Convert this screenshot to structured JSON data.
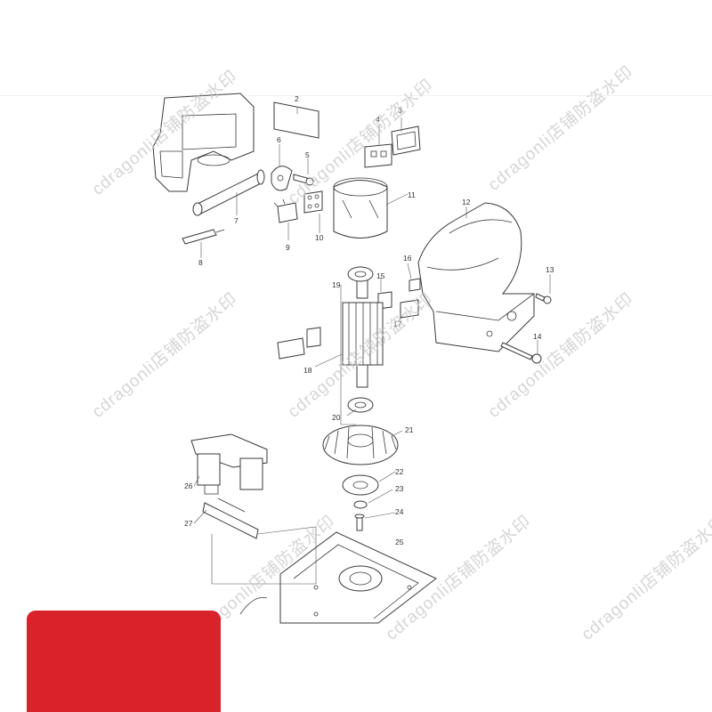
{
  "part_labels": [
    "2",
    "3",
    "4",
    "5",
    "6",
    "7",
    "8",
    "9",
    "10",
    "11",
    "12",
    "13",
    "14",
    "15",
    "16",
    "17",
    "18",
    "19",
    "20",
    "21",
    "22",
    "23",
    "24",
    "25",
    "26",
    "27"
  ],
  "watermark": "cdragonli店铺防盗水印",
  "colors": {
    "banner": "#d9222a",
    "line": "#3a3a3a",
    "watermark": "#c8c8c8"
  }
}
